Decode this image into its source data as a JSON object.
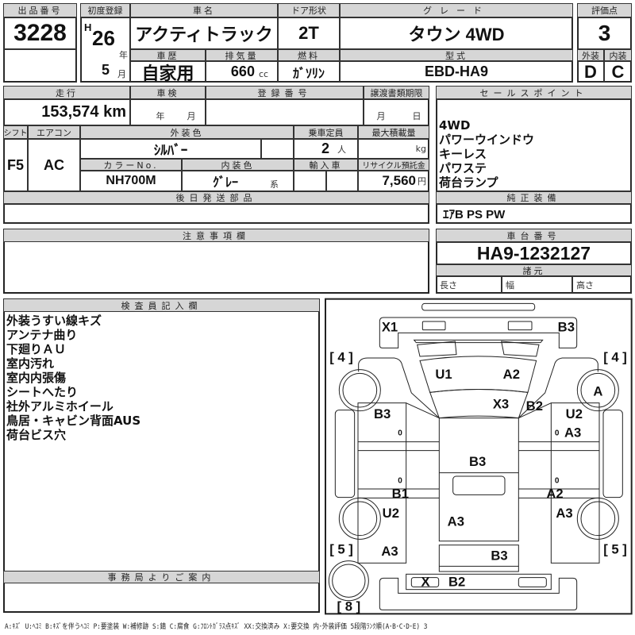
{
  "lot": {
    "label": "出品番号",
    "value": "3228"
  },
  "first_reg": {
    "label": "初度登録",
    "era": "H",
    "year": "26",
    "year_unit": "年",
    "month": "5",
    "month_unit": "月"
  },
  "car_name": {
    "label": "車名",
    "value": "アクティトラック"
  },
  "door": {
    "label": "ドア形状",
    "value": "2T"
  },
  "grade": {
    "label": "グレード",
    "value": "タウン 4WD"
  },
  "history": {
    "label": "車歴",
    "value": "自家用"
  },
  "displacement": {
    "label": "排気量",
    "value": "660",
    "unit": "cc"
  },
  "fuel": {
    "label": "燃料",
    "value": "ｶﾞｿﾘﾝ"
  },
  "model": {
    "label": "型式",
    "value": "EBD-HA9"
  },
  "score": {
    "label": "評価点",
    "value": "3",
    "ext_label": "外装",
    "int_label": "内装",
    "ext": "D",
    "int": "C"
  },
  "mileage": {
    "label": "走行",
    "value": "153,574 km"
  },
  "inspection": {
    "label": "車検",
    "year_unit": "年",
    "month_unit": "月"
  },
  "reg_no": {
    "label": "登録番号"
  },
  "transfer": {
    "label": "譲渡書類期限",
    "month_unit": "月",
    "day_unit": "日"
  },
  "shift": {
    "label": "シフト",
    "value": "F5"
  },
  "ac": {
    "label": "エアコン",
    "value": "AC"
  },
  "ext_color": {
    "label": "外装色",
    "value": "ｼﾙﾊﾞｰ"
  },
  "capacity": {
    "label": "乗車定員",
    "value": "2",
    "unit": "人"
  },
  "max_load": {
    "label": "最大積載量",
    "unit": "kg"
  },
  "color_no": {
    "label": "カラーNo.",
    "value": "NH700M"
  },
  "int_color": {
    "label": "内装色",
    "value": "ｸﾞﾚｰ",
    "suffix": "系"
  },
  "import": {
    "label": "輸入車"
  },
  "recycle": {
    "label": "リサイクル預託金",
    "value": "7,560",
    "unit": "円"
  },
  "later_parts": {
    "label": "後日発送部品"
  },
  "sales_points": {
    "label": "セールスポイント",
    "items": [
      "4WD",
      "パワーウインドウ",
      "キーレス",
      "パワステ",
      "荷台ランプ"
    ]
  },
  "equipment": {
    "label": "純正装備",
    "value": "ｴｱB PS PW"
  },
  "notes": {
    "label": "注意事項欄"
  },
  "chassis": {
    "label": "車台番号",
    "value": "HA9-1232127"
  },
  "specs": {
    "label": "諸元",
    "length": "長さ",
    "width": "幅",
    "height": "高さ"
  },
  "inspector": {
    "label": "検査員記入欄",
    "lines": [
      "外装うすい線キズ",
      "アンテナ曲り",
      "下廻りＡＵ",
      "室内汚れ",
      "室内内張傷",
      "シートへたり",
      "社外アルミホイール",
      "鳥居・キャビン背面AUS",
      "荷台ビス穴"
    ]
  },
  "office": {
    "label": "事務局よりご案内"
  },
  "diagram": {
    "marks": [
      "X1",
      "B3",
      "U1",
      "A2",
      "A",
      "X3",
      "B2",
      "B3",
      "U2",
      "A3",
      "B3",
      "B1",
      "A2",
      "U2",
      "A3",
      "A3",
      "A3",
      "B3",
      "X",
      "B2"
    ],
    "tires": [
      "[ 4 ]",
      "[ 4 ]",
      "[ 5 ]",
      "[ 5 ]",
      "[ 8 ]"
    ],
    "handles": [
      "0",
      "0",
      "0",
      "0"
    ]
  },
  "legend": "A:ｷｽﾞ U:ﾍｺﾐ B:ｷｽﾞを伴うﾍｺﾐ P:要塗装 W:補修跡 S:錆 C:腐食 G:ﾌﾛﾝﾄｶﾞﾗｽ点ｷｽﾞ XX:交換済み X:要交換 内･外装評価 5段階ﾗﾝｸ順(A･B･C･D･E) 3"
}
